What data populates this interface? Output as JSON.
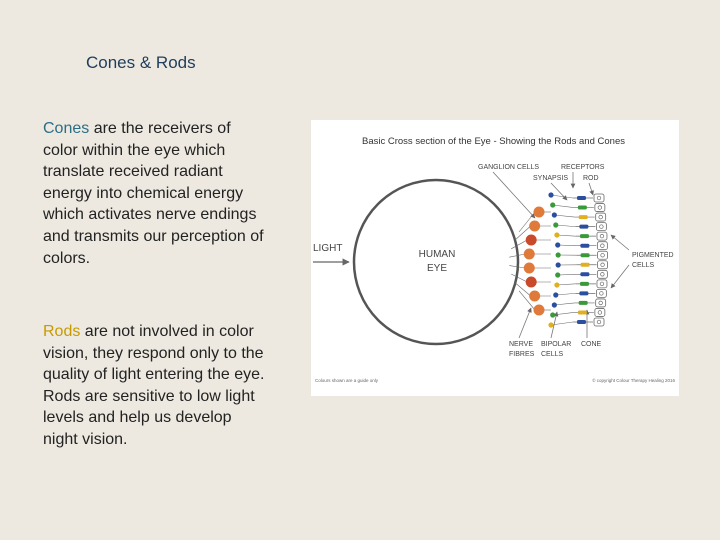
{
  "slide": {
    "title": "Cones & Rods",
    "para1": {
      "keyword": "Cones",
      "text": " are the receivers of color within the eye which translate received radiant energy into chemical energy which activates nerve endings and transmits our perception of colors."
    },
    "para2": {
      "keyword": "Rods",
      "text": "  are not involved in color vision, they respond only to the quality of light entering the eye. Rods are sensitive to low light levels and help us develop night vision."
    }
  },
  "figure": {
    "title": "Basic Cross section of the Eye - Showing the Rods and Cones",
    "labels": {
      "ganglion": "GANGLION CELLS",
      "receptors": "RECEPTORS",
      "synapsis": "SYNAPSIS",
      "rod": "ROD",
      "light": "LIGHT",
      "eye_line1": "HUMAN",
      "eye_line2": "EYE",
      "pigmented_line1": "PIGMENTED",
      "pigmented_line2": "CELLS",
      "nerve_line1": "NERVE",
      "nerve_line2": "FIBRES",
      "bipolar_line1": "BIPOLAR",
      "bipolar_line2": "CELLS",
      "cone": "CONE",
      "footer_left": "Colours shown are a guide only",
      "footer_right": "© copyright Colour Therapy Healing 2016"
    },
    "colors": {
      "orange": "#e07a3a",
      "green": "#3a9a3a",
      "blue": "#2a4ea0",
      "yellow": "#e0b020",
      "red": "#c84a2a",
      "grey": "#6a6a6a"
    }
  }
}
